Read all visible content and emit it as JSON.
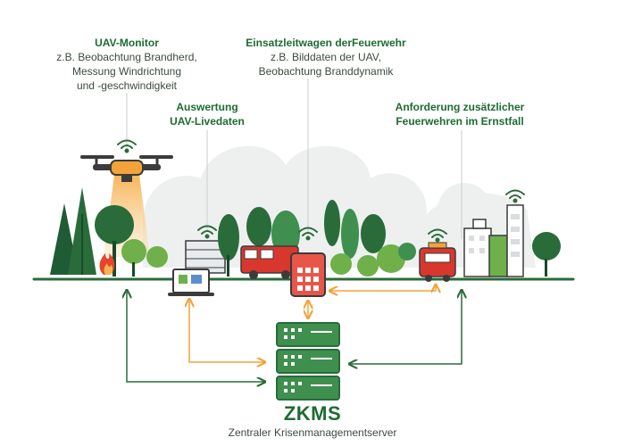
{
  "labels": {
    "uav_monitor": {
      "title": "UAV-Monitor",
      "lines": [
        "z.B. Beobachtung Brandherd,",
        "Messung Windrichtung",
        "und -geschwindigkeit"
      ]
    },
    "einsatzleitwagen": {
      "title": "Einsatzleitwagen derFeuerwehr",
      "lines": [
        "z.B. Bilddaten der UAV,",
        "Beobachtung Branddynamik"
      ]
    },
    "auswertung": {
      "title_lines": [
        "Auswertung",
        "UAV-Livedaten"
      ]
    },
    "anforderung": {
      "title_lines": [
        "Anforderung zusätzlicher",
        "Feuerwehren im Ernstfall"
      ]
    }
  },
  "server": {
    "title": "ZKMS",
    "subtitle": "Zentraler Krisenmanagementserver"
  },
  "colors": {
    "dark_green": "#2a6b3a",
    "mid_green": "#3f8f4f",
    "tree_dark": "#1f5b34",
    "tree_light": "#6fb04a",
    "orange_arrow": "#f3a23a",
    "red_truck": "#d9372d",
    "text_green": "#1d6b33",
    "line_gray": "#c9ced2"
  }
}
